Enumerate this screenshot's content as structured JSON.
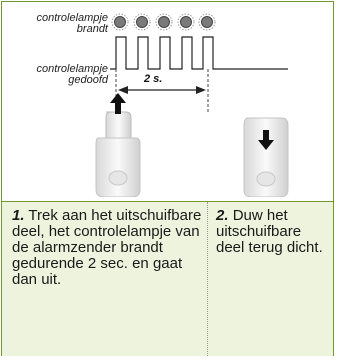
{
  "diagram": {
    "label_on_line1": "controlelampje",
    "label_on_line2": "brandt",
    "label_off_line1": "controlelampje",
    "label_off_line2": "gedoofd",
    "duration": "2 s."
  },
  "steps": [
    {
      "number": "1.",
      "text": "Trek aan het uitschuifbare deel, het controlelampje van de alarmzender brandt gedurende 2 sec. en gaat dan uit."
    },
    {
      "number": "2.",
      "text": "Duw het uitschuifbare deel terug dicht."
    }
  ],
  "colors": {
    "border": "#6f9a2f",
    "panel": "#eef3dd",
    "lamp": "#7a7a7a"
  }
}
